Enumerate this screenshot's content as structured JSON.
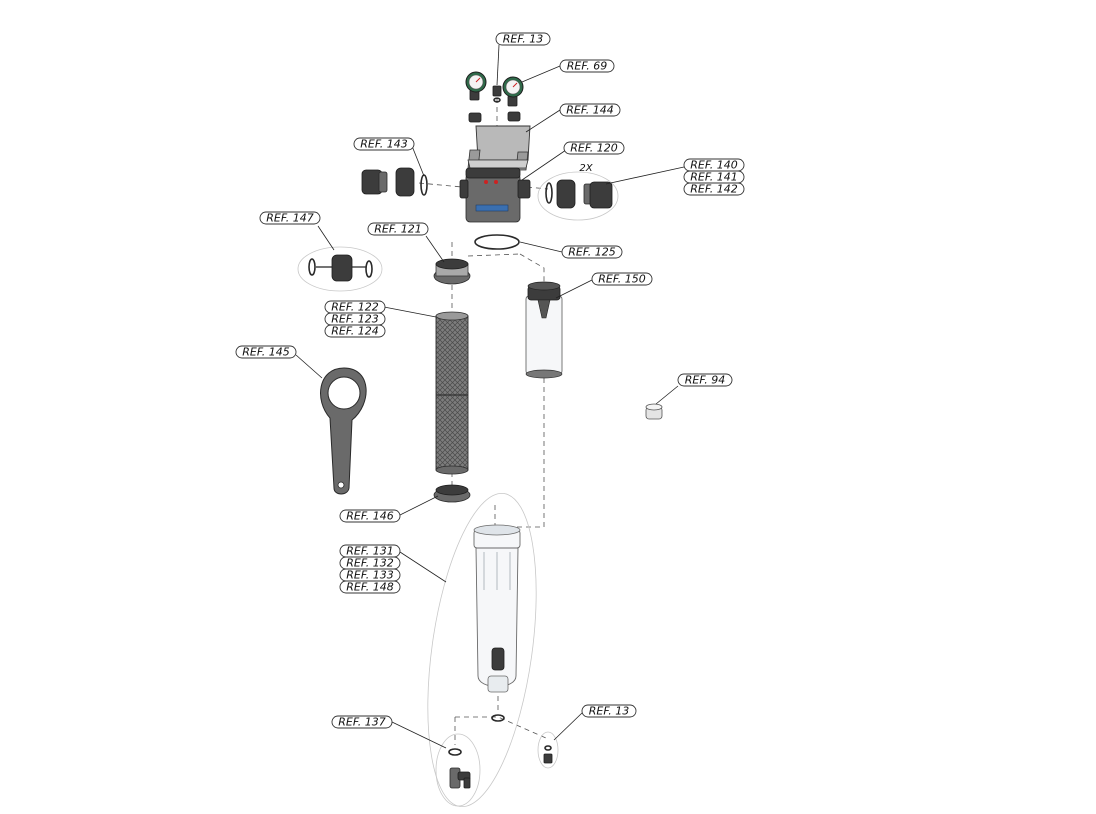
{
  "labels": [
    {
      "id": "ref-13-top",
      "text": "REF. 13"
    },
    {
      "id": "ref-69",
      "text": "REF. 69"
    },
    {
      "id": "ref-144",
      "text": "REF. 144"
    },
    {
      "id": "ref-143",
      "text": "REF. 143"
    },
    {
      "id": "ref-120",
      "text": "REF. 120"
    },
    {
      "id": "ref-140",
      "text": "REF. 140"
    },
    {
      "id": "ref-141",
      "text": "REF. 141"
    },
    {
      "id": "ref-142",
      "text": "REF. 142"
    },
    {
      "id": "ref-147",
      "text": "REF. 147"
    },
    {
      "id": "ref-121",
      "text": "REF. 121"
    },
    {
      "id": "ref-125",
      "text": "REF. 125"
    },
    {
      "id": "ref-150",
      "text": "REF. 150"
    },
    {
      "id": "ref-122",
      "text": "REF. 122"
    },
    {
      "id": "ref-123",
      "text": "REF. 123"
    },
    {
      "id": "ref-124",
      "text": "REF. 124"
    },
    {
      "id": "ref-145",
      "text": "REF. 145"
    },
    {
      "id": "ref-94",
      "text": "REF. 94"
    },
    {
      "id": "ref-146",
      "text": "REF. 146"
    },
    {
      "id": "ref-131",
      "text": "REF. 131"
    },
    {
      "id": "ref-132",
      "text": "REF. 132"
    },
    {
      "id": "ref-133",
      "text": "REF. 133"
    },
    {
      "id": "ref-148",
      "text": "REF. 148"
    },
    {
      "id": "ref-137",
      "text": "REF. 137"
    },
    {
      "id": "ref-13-bottom",
      "text": "REF. 13"
    }
  ],
  "quantity_note": "2X"
}
